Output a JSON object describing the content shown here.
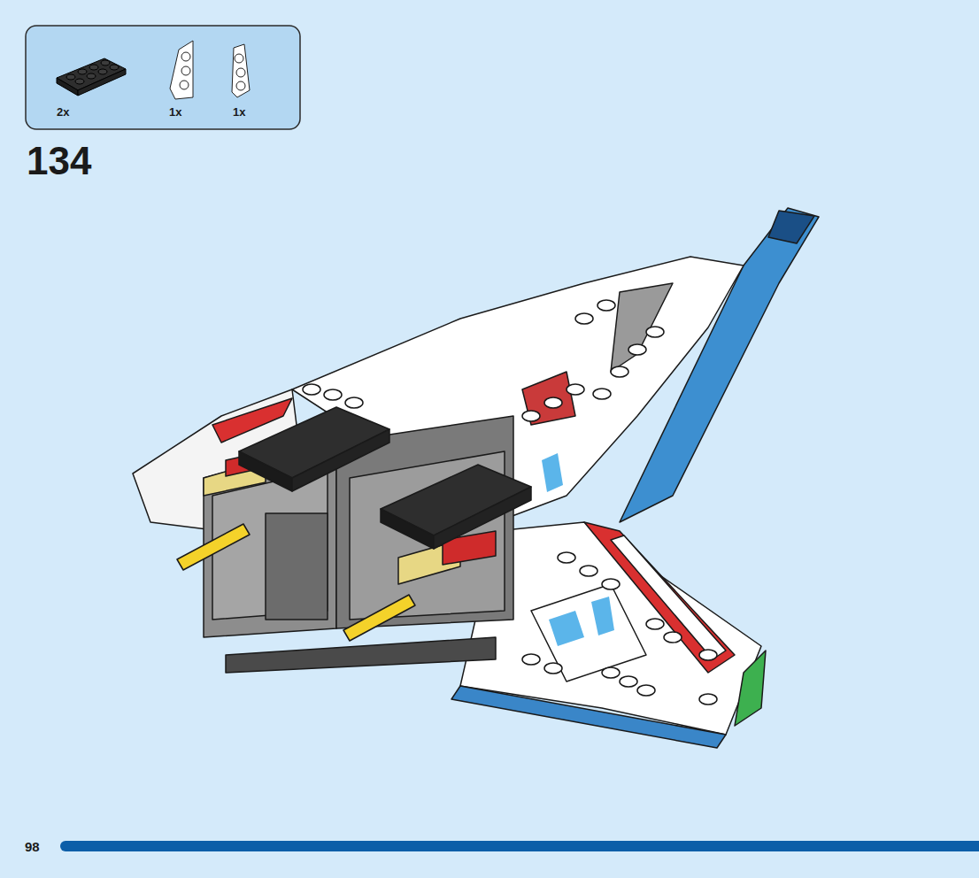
{
  "diagram": {
    "labels": [
      "2x",
      "1x",
      "1x",
      "134",
      "98"
    ]
  }
}
